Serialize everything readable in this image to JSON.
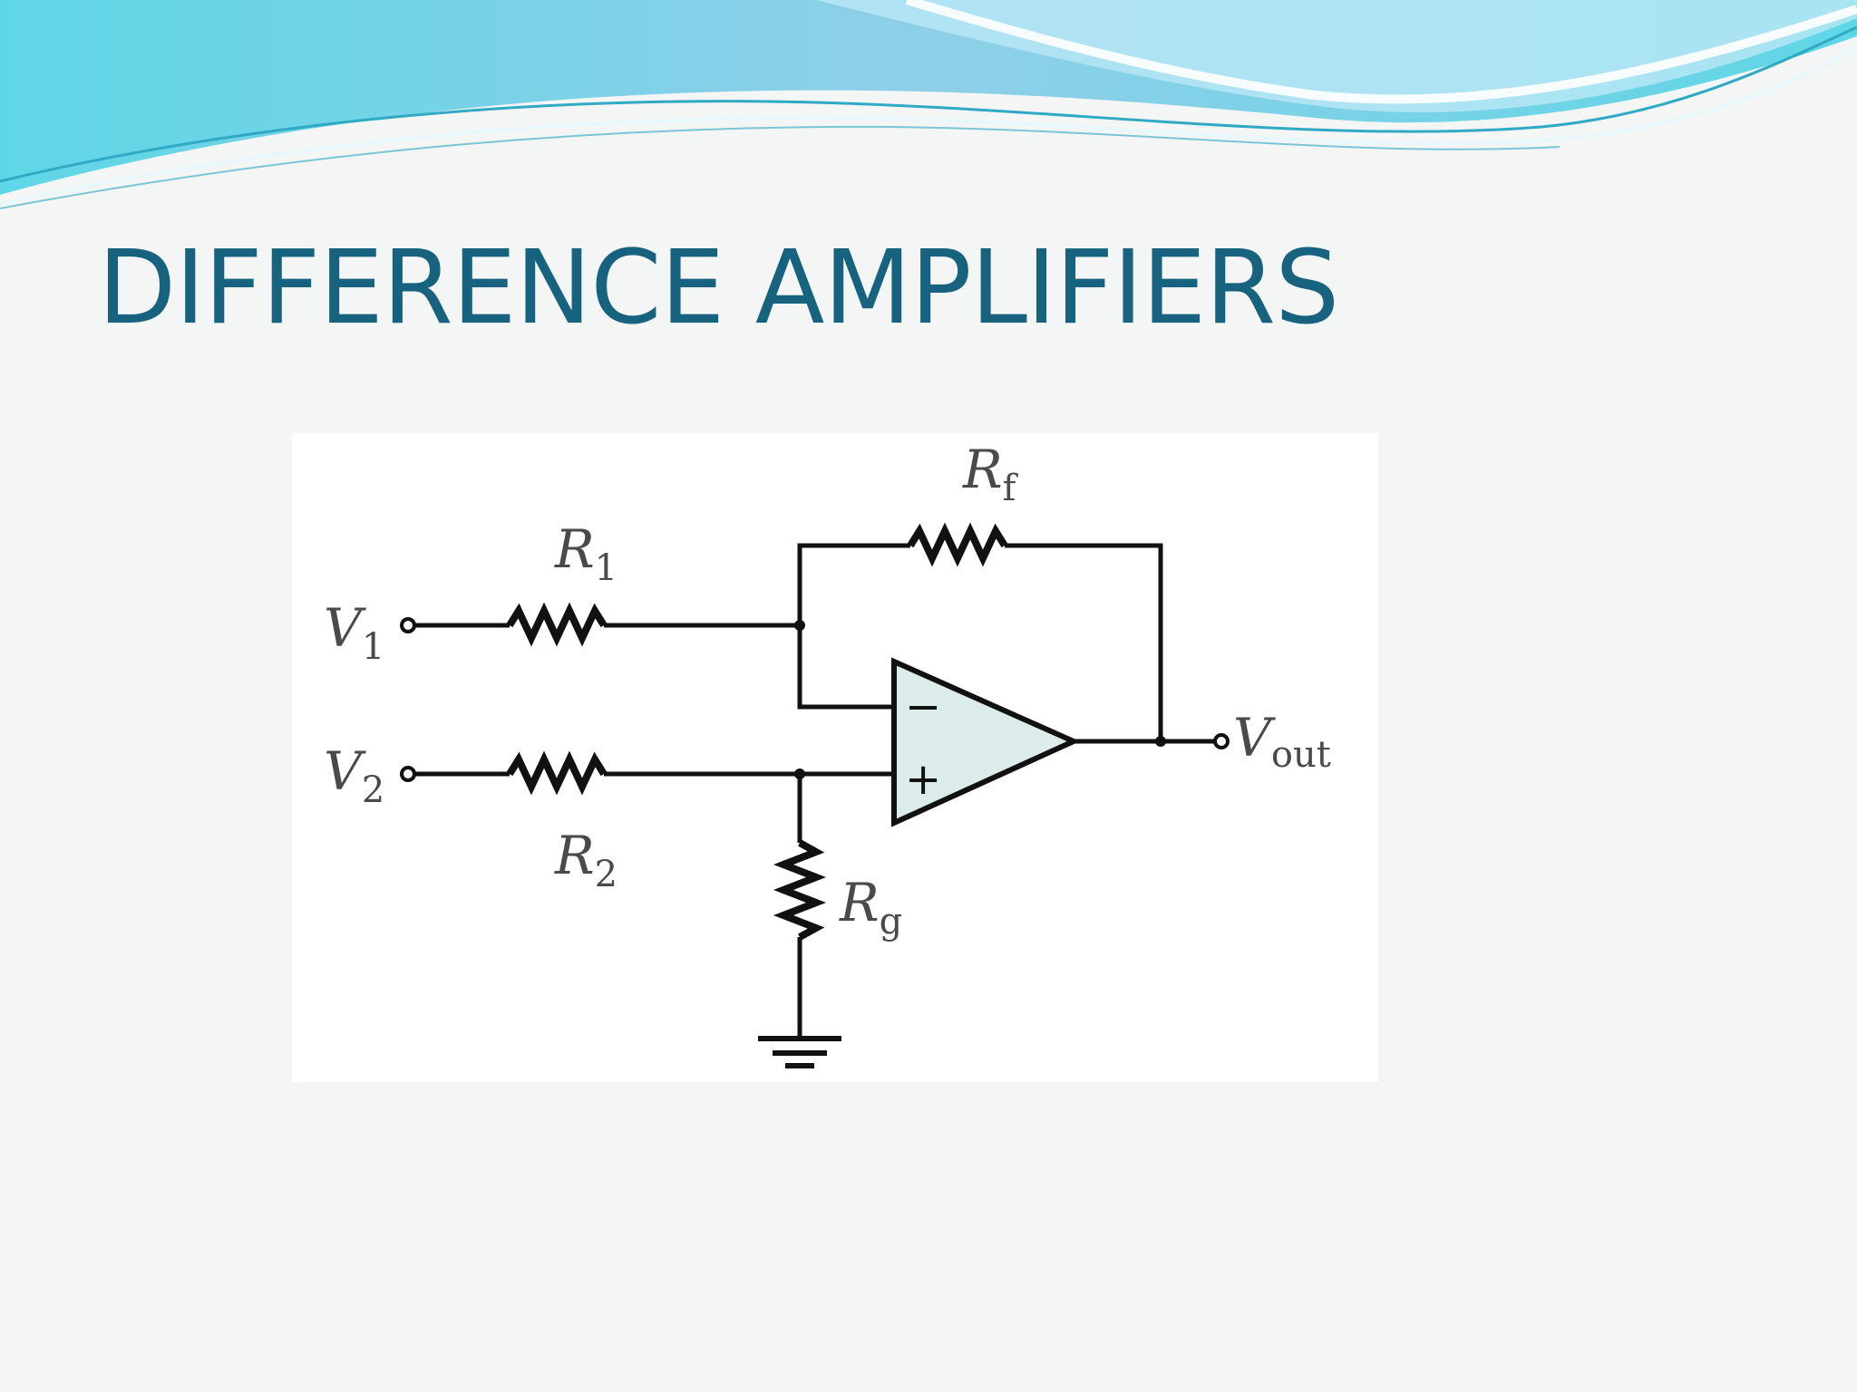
{
  "slide": {
    "title": "DIFFERENCE AMPLIFIERS"
  },
  "circuit": {
    "inputs": {
      "v1": {
        "main": "V",
        "sub": "1"
      },
      "v2": {
        "main": "V",
        "sub": "2"
      }
    },
    "output": {
      "main": "V",
      "sub": "out"
    },
    "resistors": {
      "r1": {
        "main": "R",
        "sub": "1"
      },
      "r2": {
        "main": "R",
        "sub": "2"
      },
      "rf": {
        "main": "R",
        "sub": "f"
      },
      "rg": {
        "main": "R",
        "sub": "g"
      }
    },
    "opamp": {
      "inverting_sign": "−",
      "noninverting_sign": "+"
    }
  },
  "colors": {
    "title": "#16627f",
    "opamp_fill": "#dbeceb",
    "wave_teal": "#63d3e0",
    "wave_blue": "#8ecfe6"
  }
}
